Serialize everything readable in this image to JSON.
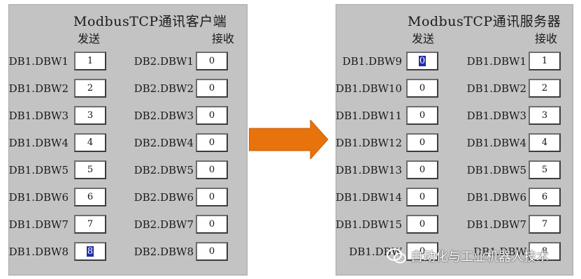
{
  "client": {
    "title": "ModbusTCP通讯客户端",
    "send_header": "发送",
    "recv_header": "接收",
    "send_rows": [
      {
        "label": "DB1.DBW1",
        "value": "1"
      },
      {
        "label": "DB1.DBW2",
        "value": "2"
      },
      {
        "label": "DB1.DBW3",
        "value": "3"
      },
      {
        "label": "DB1.DBW4",
        "value": "4"
      },
      {
        "label": "DB1.DBW5",
        "value": "5"
      },
      {
        "label": "DB1.DBW6",
        "value": "6"
      },
      {
        "label": "DB1.DBW7",
        "value": "7"
      },
      {
        "label": "DB1.DBW8",
        "value": "8"
      }
    ],
    "recv_rows": [
      {
        "label": "DB2.DBW1",
        "value": "0"
      },
      {
        "label": "DB2.DBW2",
        "value": "0"
      },
      {
        "label": "DB2.DBW3",
        "value": "0"
      },
      {
        "label": "DB2.DBW4",
        "value": "0"
      },
      {
        "label": "DB2.DBW5",
        "value": "0"
      },
      {
        "label": "DB2.DBW6",
        "value": "0"
      },
      {
        "label": "DB2.DBW7",
        "value": "0"
      },
      {
        "label": "DB2.DBW8",
        "value": "0"
      }
    ]
  },
  "server": {
    "title": "ModbusTCP通讯服务器",
    "send_header": "发送",
    "recv_header": "接收",
    "send_rows": [
      {
        "label": "DB1.DBW9",
        "value": "0"
      },
      {
        "label": "DB1.DBW10",
        "value": "0"
      },
      {
        "label": "DB1.DBW11",
        "value": "0"
      },
      {
        "label": "DB1.DBW12",
        "value": "0"
      },
      {
        "label": "DB1.DBW13",
        "value": "0"
      },
      {
        "label": "DB1.DBW14",
        "value": "0"
      },
      {
        "label": "DB1.DBW15",
        "value": "0"
      },
      {
        "label": "DB1.DBW",
        "value": "0"
      }
    ],
    "recv_rows": [
      {
        "label": "DB1.DBW1",
        "value": "1"
      },
      {
        "label": "DB1.DBW2",
        "value": "2"
      },
      {
        "label": "DB1.DBW3",
        "value": "3"
      },
      {
        "label": "DB1.DBW4",
        "value": "4"
      },
      {
        "label": "DB1.DBW5",
        "value": "5"
      },
      {
        "label": "DB1.DBW6",
        "value": "6"
      },
      {
        "label": "DB1.DBW7",
        "value": "7"
      },
      {
        "label": "DB1.DBW",
        "value": "8"
      }
    ]
  },
  "arrow_color": "#e8720c",
  "panel_color": "#c3c3c3",
  "selection_color": "#1f2ea8",
  "watermark": {
    "text": "自动化与工业机器人技术",
    "icon": "wechat-icon"
  }
}
